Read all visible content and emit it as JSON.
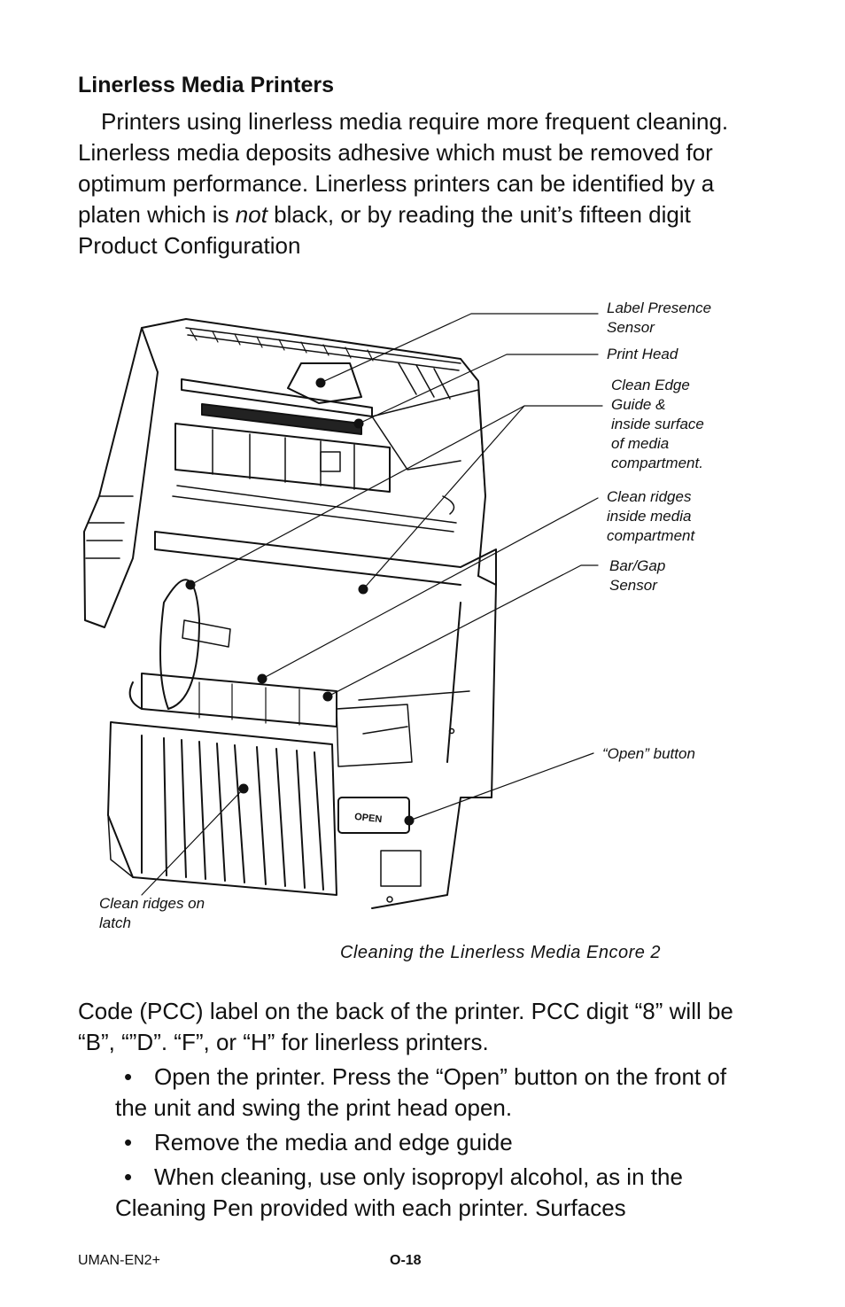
{
  "heading": "Linerless Media Printers",
  "intro": {
    "before_italic": "Printers using linerless media require more frequent cleaning.  Linerless media deposits adhesive which must be removed for optimum performance.  Linerless printers can be identified by a platen which is",
    "italic": "not",
    "after_italic": "black, or by reading the unit’s fifteen digit  Product Configuration"
  },
  "figure": {
    "labels": {
      "label_presence_sensor": "Label Presence Sensor",
      "print_head": "Print Head",
      "clean_edge_guide": "Clean Edge Guide & inside surface of media compartment.",
      "clean_ridges_inside": "Clean ridges inside media compartment",
      "bar_gap_sensor": "Bar/Gap Sensor",
      "open_button": "“Open” button",
      "clean_ridges_latch": "Clean ridges on latch",
      "open_panel_text": "OPEN"
    },
    "caption": "Cleaning the Linerless Media Encore 2"
  },
  "continuation": "Code (PCC) label on the back of the printer.  PCC digit “8”  will be “B”, “”D”. “F”, or “H” for linerless printers.",
  "bullets": [
    {
      "mark": "•",
      "text": "Open the printer.  Press the  “Open” button on the front of the unit and swing the print head open."
    },
    {
      "mark": "•",
      "text": "Remove the media and edge guide"
    },
    {
      "mark": "•",
      "text": "When cleaning, use only isopropyl alcohol, as in the Cleaning Pen provided with each printer. Surfaces"
    }
  ],
  "footer": {
    "left": "UMAN-EN2+",
    "page": "O-18"
  }
}
